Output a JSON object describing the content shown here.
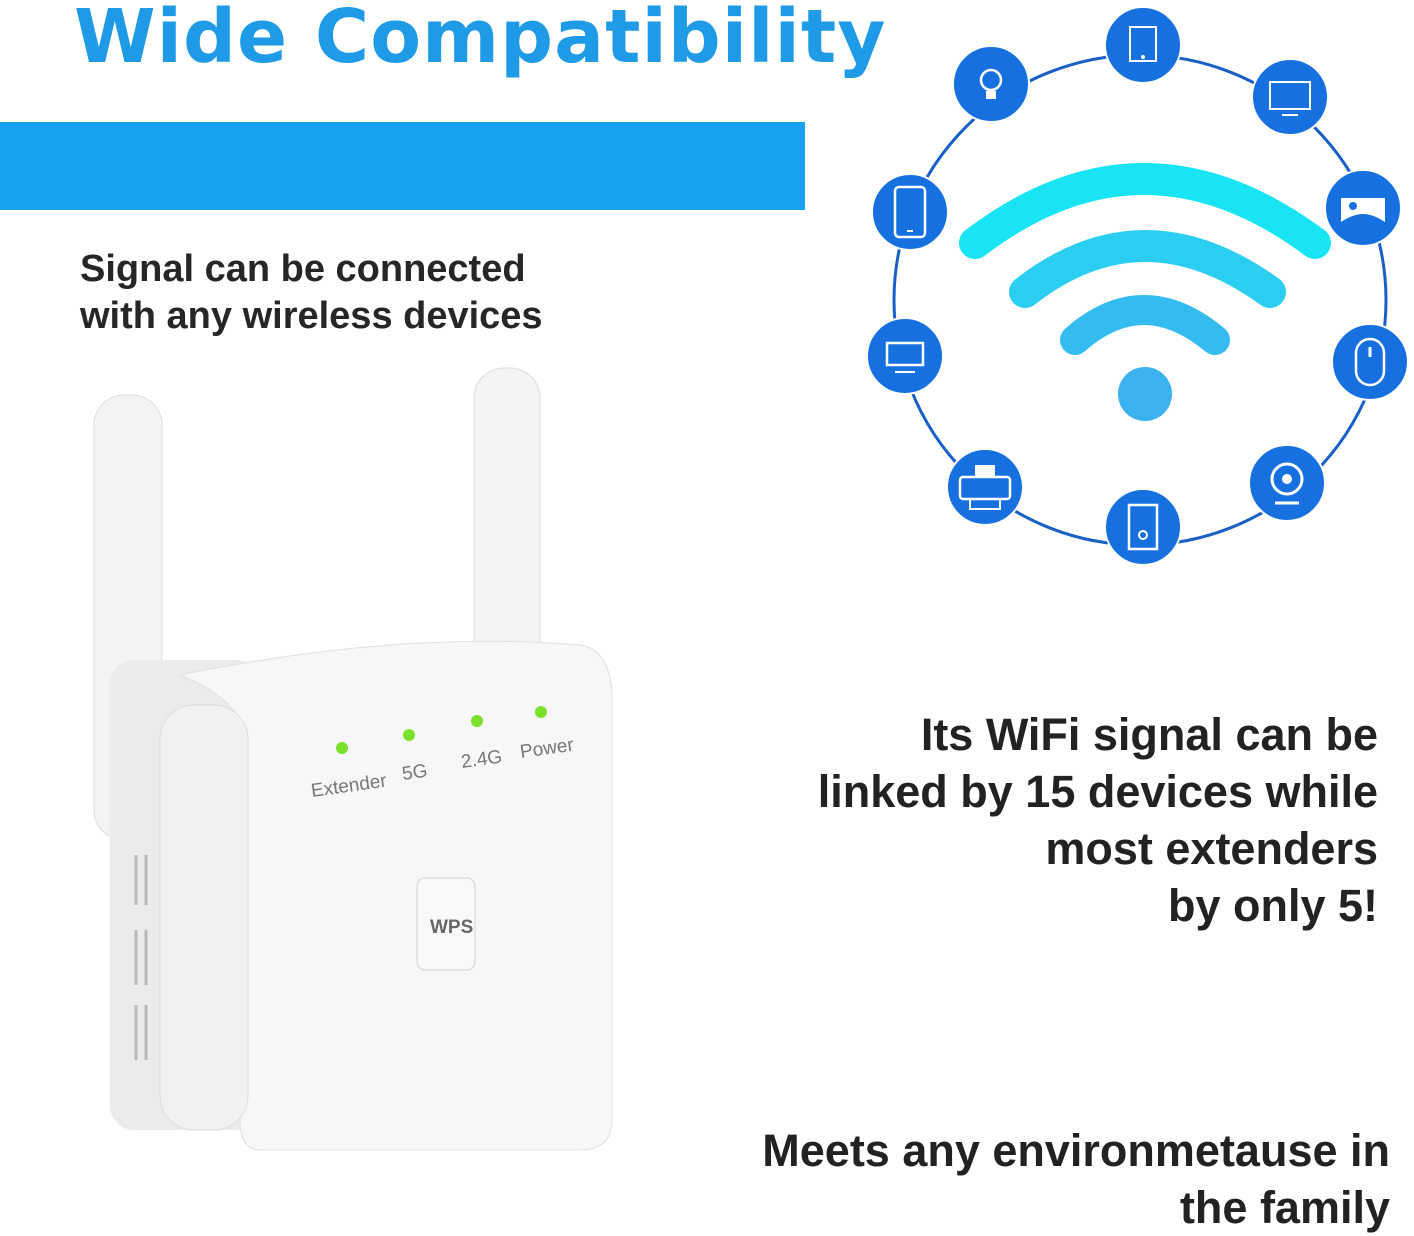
{
  "title": "Wide Compatibility",
  "subtitle": [
    "Signal can be connected",
    "with any wireless devices"
  ],
  "feature_text": [
    "Its WiFi signal can be",
    "linked by 15 devices while",
    "most extenders",
    "by only 5!"
  ],
  "bottom_text": [
    "Meets any environmetause in",
    "the family"
  ],
  "device": {
    "led_labels": [
      "Extender",
      "5G",
      "2.4G",
      "Power"
    ],
    "button_label": "WPS"
  },
  "network_icons": [
    "tablet-icon",
    "lightbulb-icon",
    "monitor-icon",
    "smartphone-icon",
    "gamepad-icon",
    "desktop-icon",
    "mouse-icon",
    "printer-icon",
    "pc-tower-icon",
    "webcam-icon"
  ],
  "colors": {
    "title": "#1e9ae6",
    "bar": "#16a2ef",
    "icon_circle": "#1670e0",
    "wifi": "#22d8f0",
    "led": "#7be02a"
  }
}
